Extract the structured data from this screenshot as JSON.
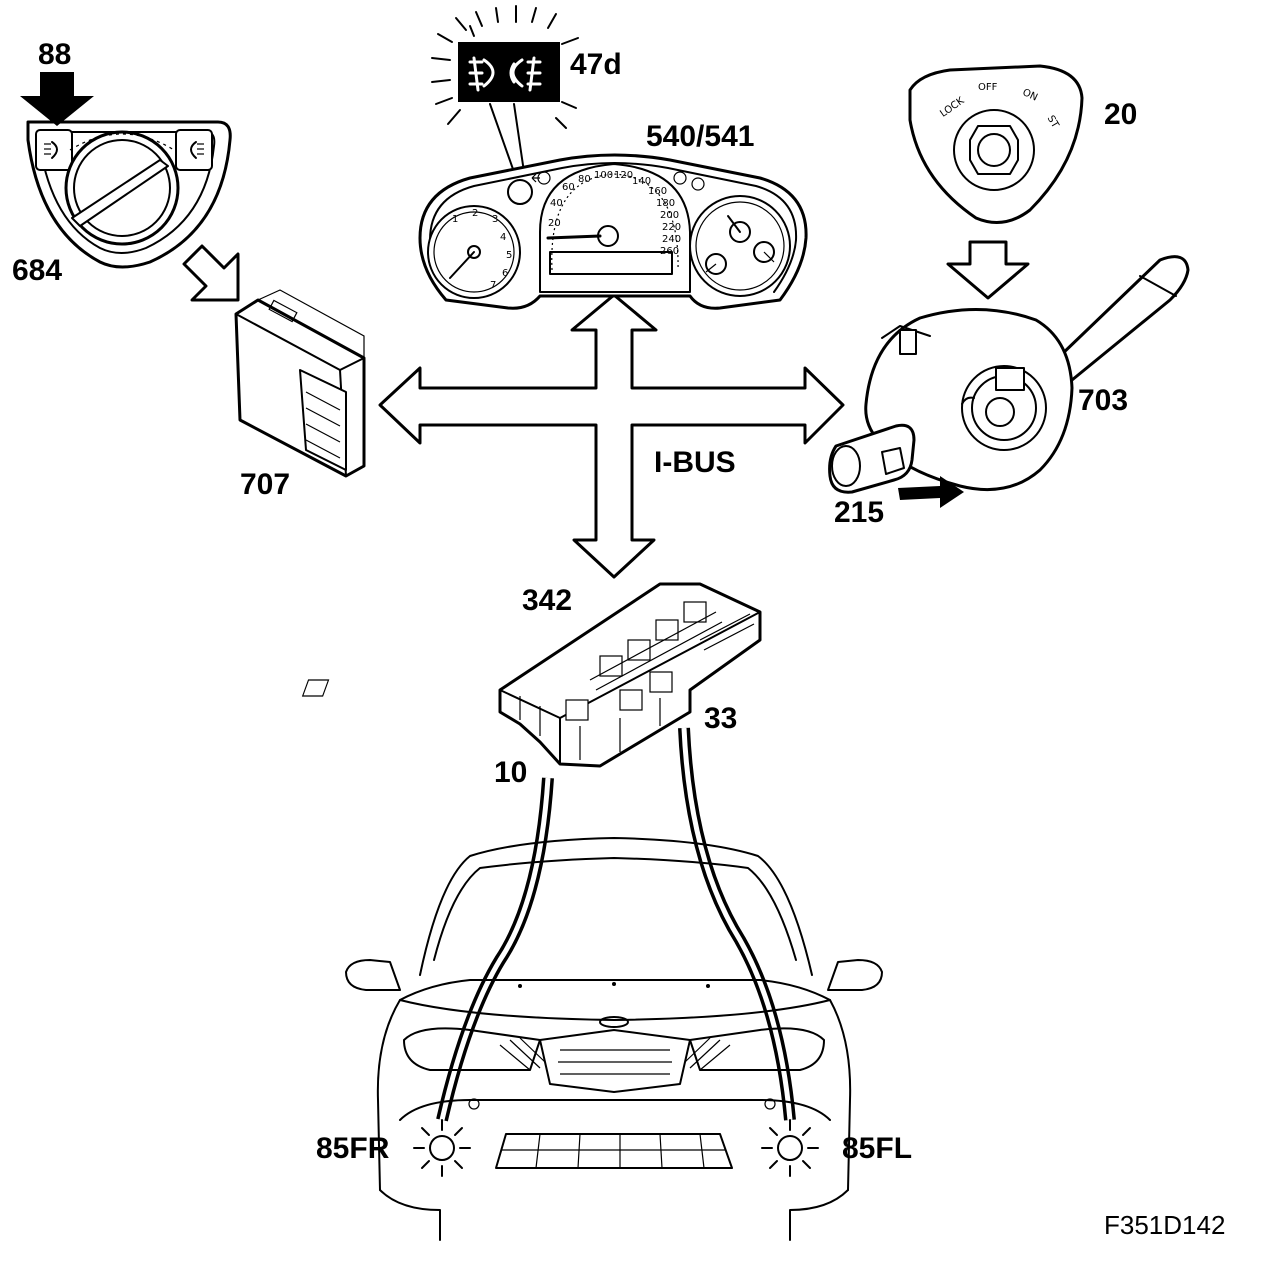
{
  "labels": {
    "light_switch_arrow": "88",
    "light_switch": "684",
    "warning_lamp": "47d",
    "instrument_cluster": "540/541",
    "ignition_switch": "20",
    "control_module": "707",
    "steering_column_module": "703",
    "stalk_switch": "215",
    "bus": "I-BUS",
    "fuse_box": "342",
    "ground_left": "10",
    "ground_right": "33",
    "fog_lamp_right": "85FR",
    "fog_lamp_left": "85FL",
    "figure_id": "F351D142"
  },
  "ignition_positions": [
    "LOCK",
    "OFF",
    "ON",
    "ST"
  ],
  "speedometer_ticks": [
    "20",
    "40",
    "60",
    "80",
    "100",
    "120",
    "140",
    "160",
    "180",
    "200",
    "220",
    "240",
    "260"
  ]
}
